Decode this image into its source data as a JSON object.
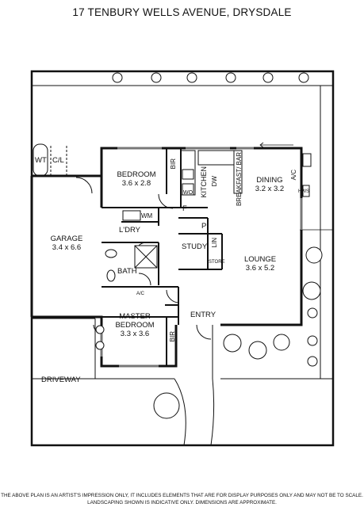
{
  "title": "17 TENBURY WELLS AVENUE, DRYSDALE",
  "rooms": {
    "wt": "WT",
    "cl": "C/L",
    "bedroom": {
      "name": "BEDROOM",
      "size": "3.6 x 2.8"
    },
    "bir_top": "BIR",
    "kitchen": "KITCHEN",
    "dw": "DW",
    "wo": "WO",
    "breakfast_bar": "BREAKFAST/ BAR",
    "dining": {
      "name": "DINING",
      "size": "3.2 x 3.2"
    },
    "ac_right": "A/C",
    "hws": "HWS",
    "wm": "WM",
    "f": "F",
    "p": "P",
    "garage": {
      "name": "GARAGE",
      "size": "3.4 x 6.6"
    },
    "ldry": "L'DRY",
    "study": "STUDY",
    "lin": "LIN",
    "store": "STORE",
    "lounge": {
      "name": "LOUNGE",
      "size": "3.6 x 5.2"
    },
    "bath": "BATH",
    "ac_bath": "A/C",
    "master": {
      "name": "MASTER",
      "name2": "BEDROOM",
      "size": "3.3 x 3.6"
    },
    "entry": "ENTRY",
    "bir_master": "BIR",
    "driveway": "DRIVEWAY"
  },
  "disclaimer": {
    "line1": "THE ABOVE PLAN IS AN ARTIST'S IMPRESSION ONLY, IT INCLUDES ELEMENTS THAT ARE FOR DISPLAY PURPOSES ONLY AND MAY NOT BE TO SCALE.",
    "line2": "LANDSCAPING SHOWN IS INDICATIVE ONLY. DIMENSIONS ARE APPROXIMATE."
  }
}
